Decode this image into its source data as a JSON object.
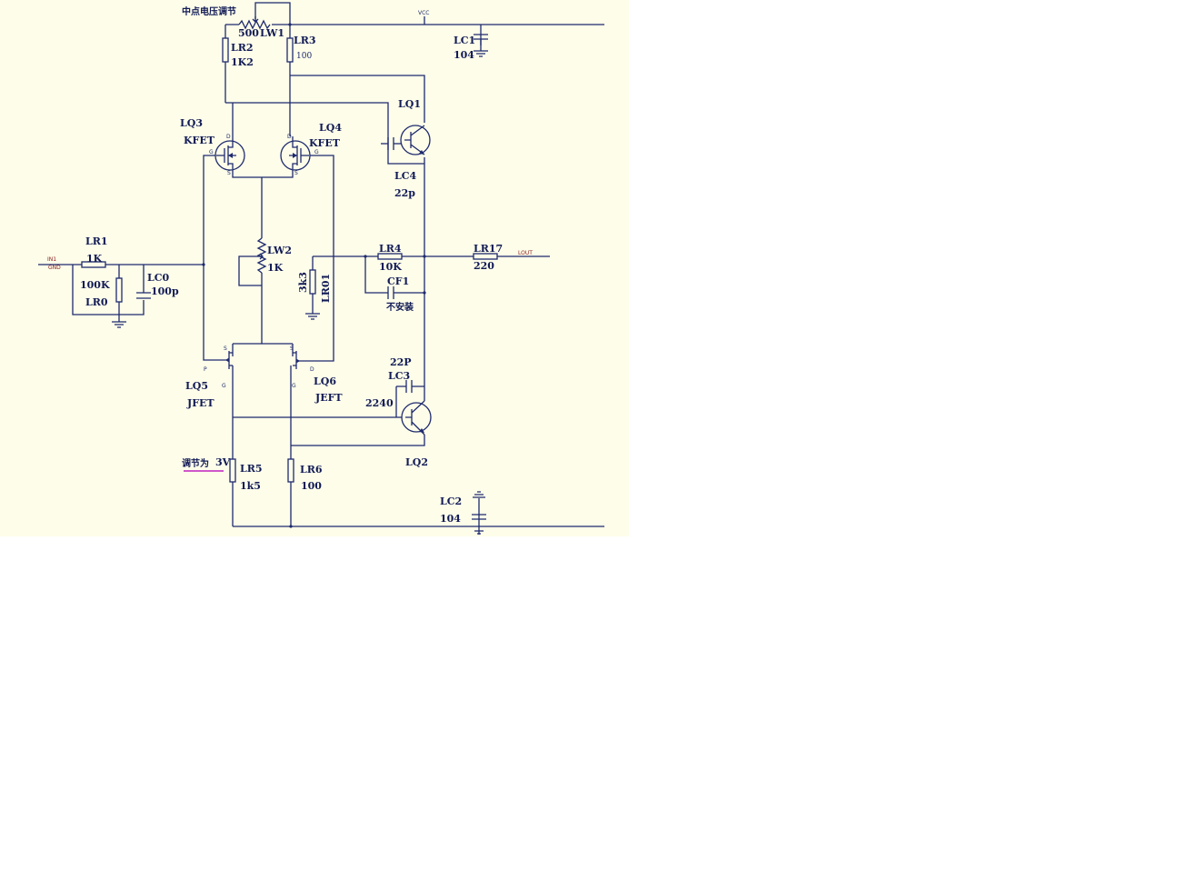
{
  "notes": {
    "midpoint_adjust": "中点电压调节",
    "adjust_to": "调节为",
    "adjust_value": "3V",
    "not_installed": "不安装",
    "underline_color": "#c020c0"
  },
  "nets": {
    "vcc": "VCC",
    "in1": "IN1",
    "gnd": "GND",
    "lout": "LOUT"
  },
  "components": {
    "lw1": {
      "ref": "LW1",
      "value": "500"
    },
    "lr2": {
      "ref": "LR2",
      "value": "1K2"
    },
    "lr3": {
      "ref": "LR3",
      "value": "100"
    },
    "lc1": {
      "ref": "LC1",
      "value": "104"
    },
    "lq1": {
      "ref": "LQ1"
    },
    "lc4": {
      "ref": "LC4",
      "value": "22p"
    },
    "lq3": {
      "ref": "LQ3",
      "value": "KFET"
    },
    "lq4": {
      "ref": "LQ4",
      "value": "KFET"
    },
    "lr1": {
      "ref": "LR1",
      "value": "1K"
    },
    "lr0": {
      "ref": "LR0",
      "value": "100K"
    },
    "lc0": {
      "ref": "LC0",
      "value": "100p"
    },
    "lw2": {
      "ref": "LW2",
      "value": "1K"
    },
    "lr01": {
      "ref": "LR01",
      "value": "3k3"
    },
    "lr4": {
      "ref": "LR4",
      "value": "10K"
    },
    "cf1": {
      "ref": "CF1"
    },
    "lr17": {
      "ref": "LR17",
      "value": "220"
    },
    "lc3": {
      "ref": "LC3",
      "value": "22P"
    },
    "lq2_value": "2240",
    "lq2": {
      "ref": "LQ2"
    },
    "lq5": {
      "ref": "LQ5",
      "value": "JFET"
    },
    "lq6": {
      "ref": "LQ6",
      "value": "JEFT"
    },
    "lr5": {
      "ref": "LR5",
      "value": "1k5"
    },
    "lr6": {
      "ref": "LR6",
      "value": "100"
    },
    "lc2": {
      "ref": "LC2",
      "value": "104"
    }
  },
  "pins": {
    "d": "D",
    "g": "G",
    "s": "S",
    "p": "P"
  }
}
